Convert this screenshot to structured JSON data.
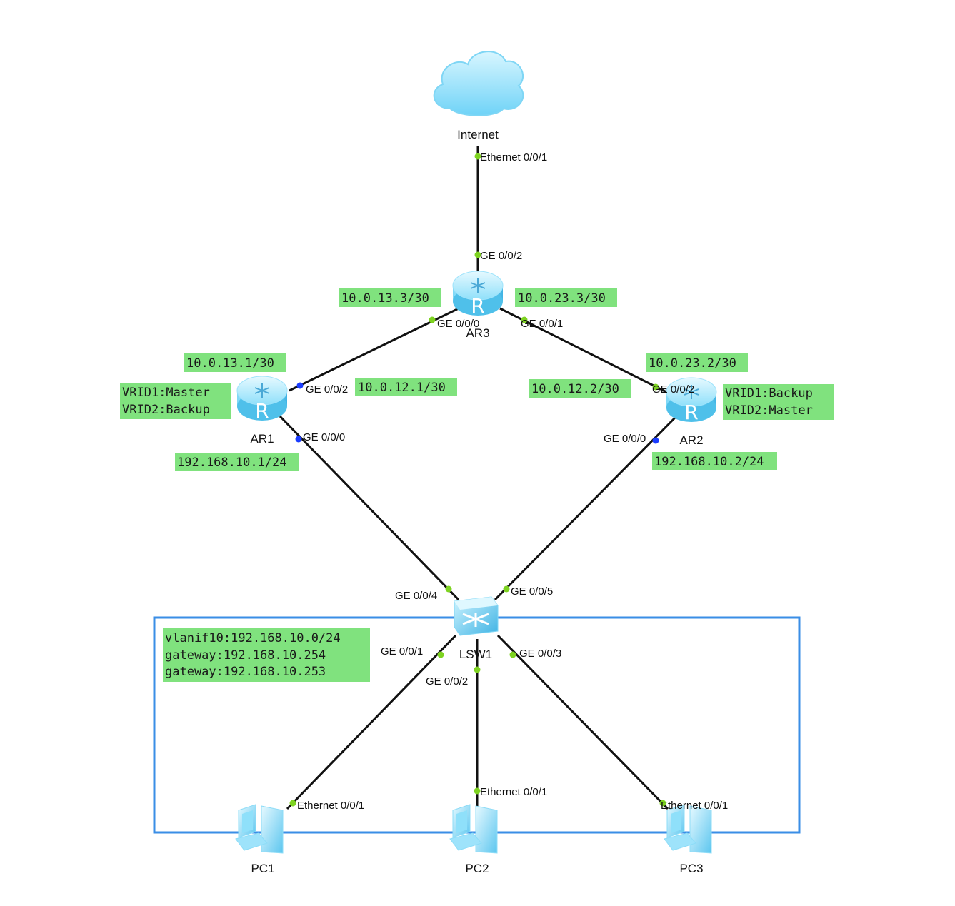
{
  "colors": {
    "note_bg": "#80e27e",
    "link": "#111111",
    "port_green": "#7ed321",
    "port_blue": "#1a3cff",
    "vlan_frame": "#3a8ee6",
    "device_light": "#bfefff",
    "device_mid": "#6fd3f7",
    "device_dark": "#2fa9df"
  },
  "nodes": {
    "internet": {
      "label": "Internet",
      "icon": "cloud-icon"
    },
    "ar3": {
      "label": "AR3",
      "icon": "router-icon"
    },
    "ar1": {
      "label": "AR1",
      "icon": "router-icon"
    },
    "ar2": {
      "label": "AR2",
      "icon": "router-icon"
    },
    "lsw1": {
      "label": "LSW1",
      "icon": "switch-icon"
    },
    "pc1": {
      "label": "PC1",
      "icon": "pc-icon"
    },
    "pc2": {
      "label": "PC2",
      "icon": "pc-icon"
    },
    "pc3": {
      "label": "PC3",
      "icon": "pc-icon"
    }
  },
  "ports": {
    "internet_eth": "Ethernet 0/0/1",
    "ar3_g002": "GE 0/0/2",
    "ar3_g000": "GE 0/0/0",
    "ar3_g001": "GE 0/0/1",
    "ar1_g002": "GE 0/0/2",
    "ar1_g000": "GE 0/0/0",
    "ar2_g002": "GE 0/0/2",
    "ar2_g000": "GE 0/0/0",
    "lsw_g004": "GE 0/0/4",
    "lsw_g005": "GE 0/0/5",
    "lsw_g001": "GE 0/0/1",
    "lsw_g002": "GE 0/0/2",
    "lsw_g003": "GE 0/0/3",
    "pc1_eth": "Ethernet 0/0/1",
    "pc2_eth": "Ethernet 0/0/1",
    "pc3_eth": "Ethernet 0/0/1"
  },
  "notes": {
    "ar3_left_ip": [
      "10.0.13.3/30"
    ],
    "ar3_right_ip": [
      "10.0.23.3/30"
    ],
    "ar1_up_ip": [
      "10.0.13.1/30"
    ],
    "ar1_link_ip": [
      "10.0.12.1/30"
    ],
    "ar1_vrid": [
      "VRID1:Master",
      "VRID2:Backup"
    ],
    "ar1_lan_ip": [
      "192.168.10.1/24"
    ],
    "ar2_up_ip": [
      "10.0.23.2/30"
    ],
    "ar2_link_ip": [
      "10.0.12.2/30"
    ],
    "ar2_vrid": [
      "VRID1:Backup",
      "VRID2:Master"
    ],
    "ar2_lan_ip": [
      "192.168.10.2/24"
    ],
    "vlan_info": [
      "vlanif10:192.168.10.0/24",
      "gateway:192.168.10.254",
      "gateway:192.168.10.253"
    ]
  }
}
